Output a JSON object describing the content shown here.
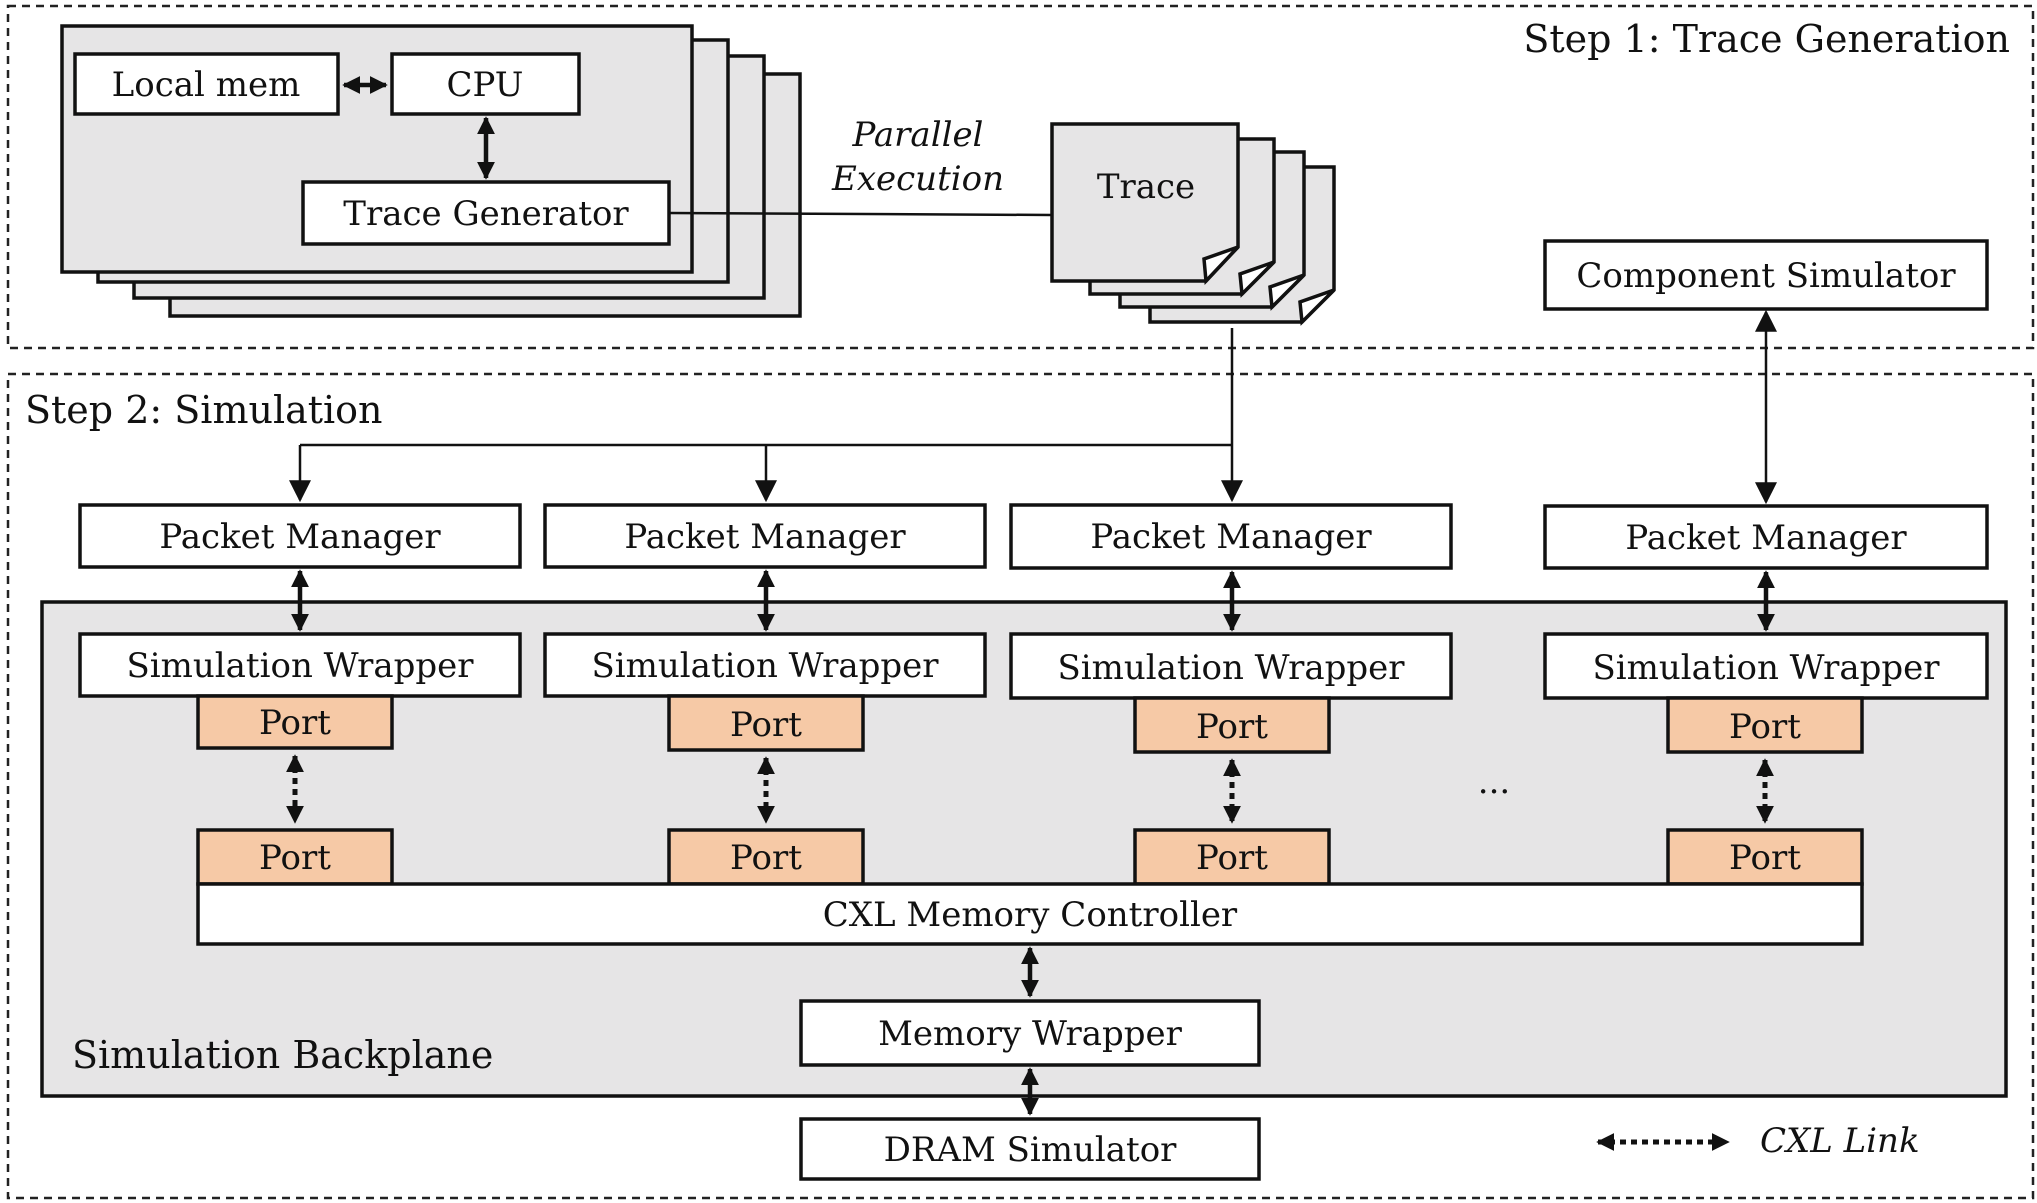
{
  "step1": {
    "title": "Step 1: Trace Generation",
    "local_mem": "Local mem",
    "cpu": "CPU",
    "trace_generator": "Trace Generator",
    "parallel_line1": "Parallel",
    "parallel_line2": "Execution",
    "trace": "Trace",
    "component_simulator": "Component Simulator"
  },
  "step2": {
    "title": "Step 2: Simulation",
    "backplane": "Simulation Backplane",
    "columns": [
      {
        "packet_manager": "Packet Manager",
        "wrapper": "Simulation Wrapper",
        "port_top": "Port",
        "port_bottom": "Port"
      },
      {
        "packet_manager": "Packet Manager",
        "wrapper": "Simulation Wrapper",
        "port_top": "Port",
        "port_bottom": "Port"
      },
      {
        "packet_manager": "Packet Manager",
        "wrapper": "Simulation Wrapper",
        "port_top": "Port",
        "port_bottom": "Port"
      },
      {
        "packet_manager": "Packet Manager",
        "wrapper": "Simulation Wrapper",
        "port_top": "Port",
        "port_bottom": "Port"
      }
    ],
    "ellipsis": "...",
    "cxl_controller": "CXL Memory Controller",
    "memory_wrapper": "Memory Wrapper",
    "dram_simulator": "DRAM Simulator"
  },
  "legend": {
    "cxl_link": "CXL Link"
  }
}
